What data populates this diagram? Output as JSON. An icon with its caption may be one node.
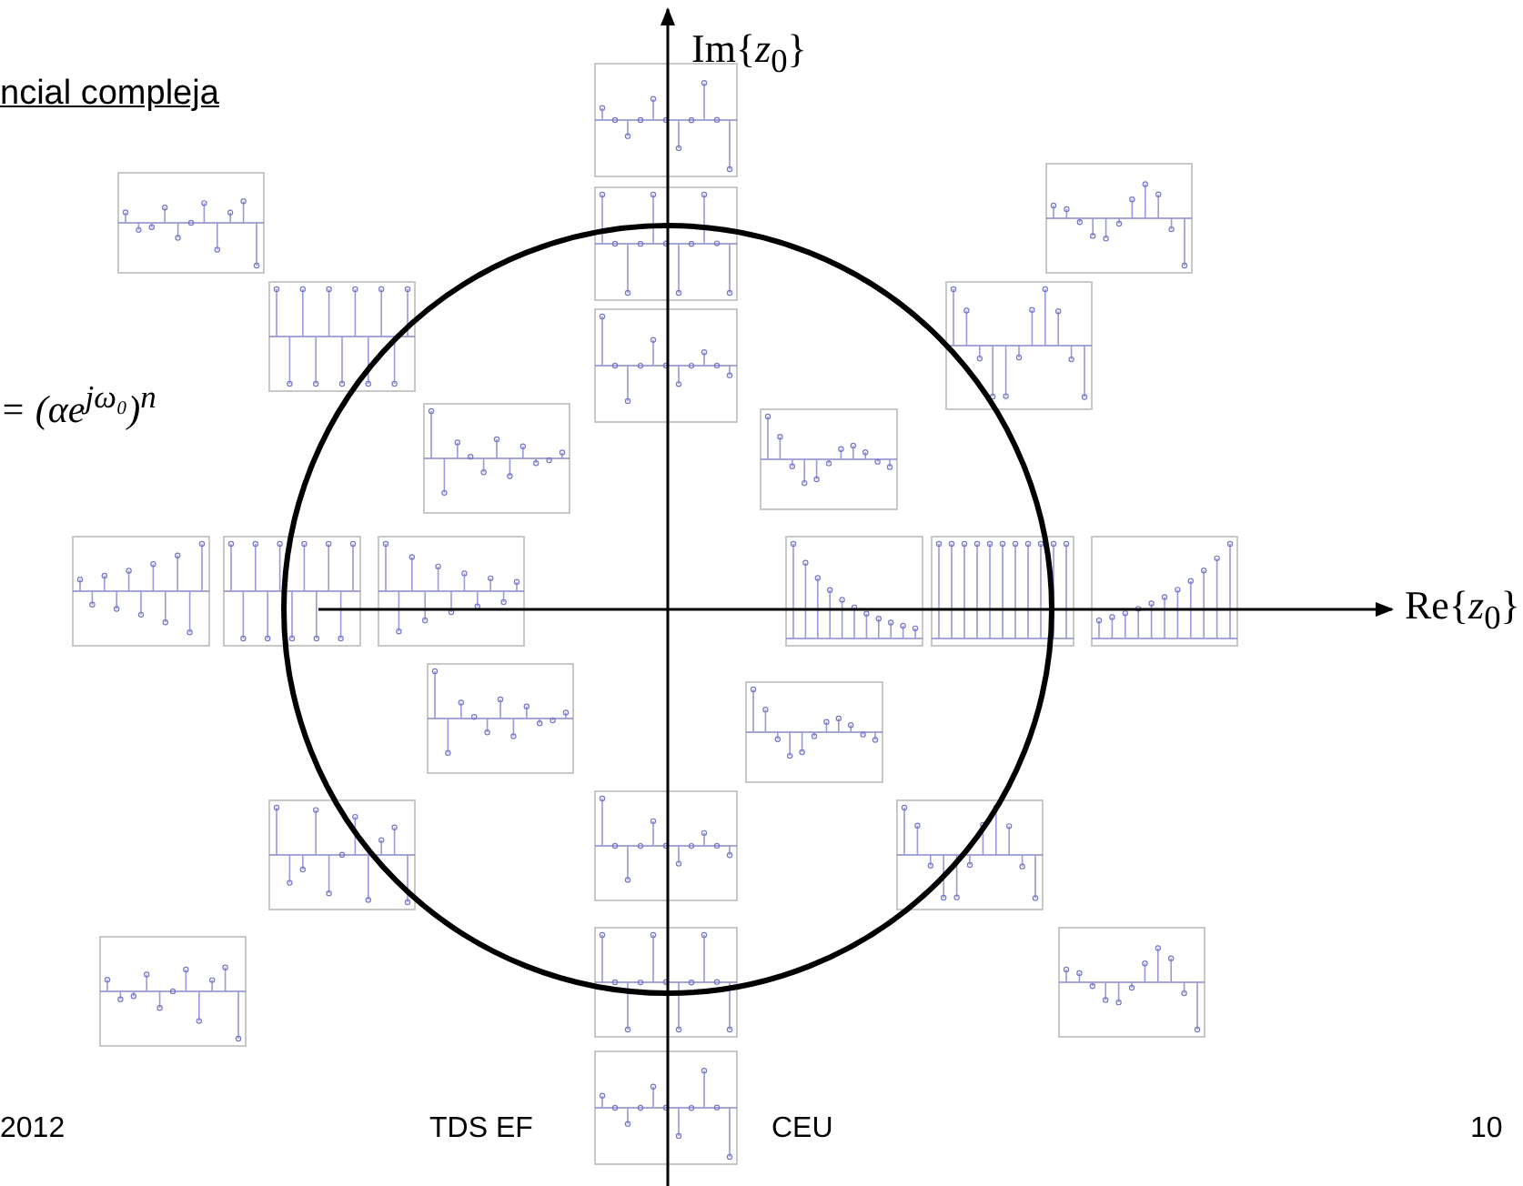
{
  "diagram": {
    "title": "ncial compleja",
    "labels": [
      "= (αe$^{jω₀}$)$^{n}$",
      "Im{*z*$_{0}$}",
      "Re{*z*$_{0}$}",
      "2012",
      "TDS EF",
      "CEU",
      "10"
    ]
  }
}
